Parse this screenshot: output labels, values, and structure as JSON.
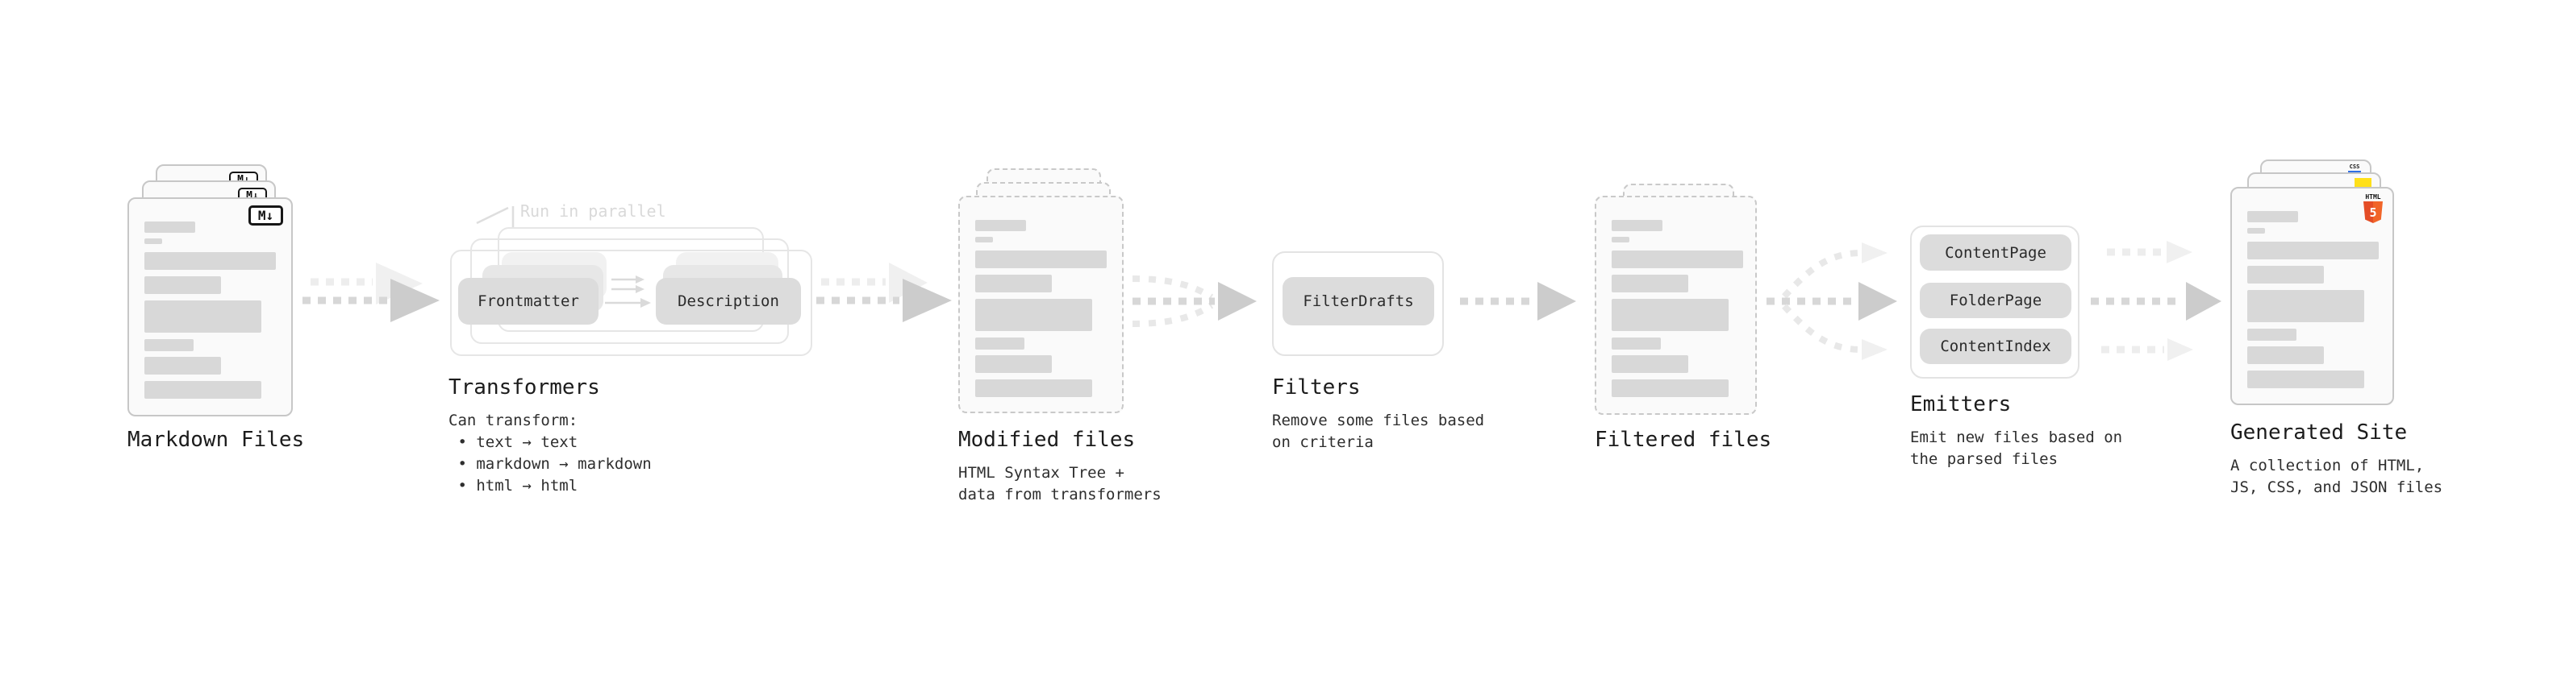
{
  "diagram": {
    "markdown": {
      "label": "Markdown Files",
      "badge": "M↓"
    },
    "transformers": {
      "label": "Transformers",
      "annotation": "Run in parallel",
      "steps": [
        "Frontmatter",
        "Description"
      ],
      "desc_title": "Can transform:",
      "bullets": [
        " • text → text",
        " • markdown → markdown",
        " • html → html"
      ]
    },
    "modified": {
      "label": "Modified files",
      "desc": [
        "HTML Syntax Tree +",
        "data from transformers"
      ]
    },
    "filters": {
      "label": "Filters",
      "items": [
        "FilterDrafts"
      ],
      "desc": [
        "Remove some files based",
        "on criteria"
      ]
    },
    "filtered": {
      "label": "Filtered files"
    },
    "emitters": {
      "label": "Emitters",
      "items": [
        "ContentPage",
        "FolderPage",
        "ContentIndex"
      ],
      "desc": [
        "Emit new files based on",
        "the parsed files"
      ]
    },
    "generated": {
      "label": "Generated Site",
      "desc": [
        "A collection of HTML,",
        "JS, CSS, and JSON files"
      ],
      "badges": {
        "css": "CSS",
        "html": "HTML",
        "five": "5"
      }
    }
  },
  "colors": {
    "html5_orange": "#e44d26",
    "js_yellow": "#ffe01a",
    "css_blue": "#2f6fe4",
    "bar_gray": "#d8d8d8",
    "text_dark": "#1c1c1c"
  }
}
